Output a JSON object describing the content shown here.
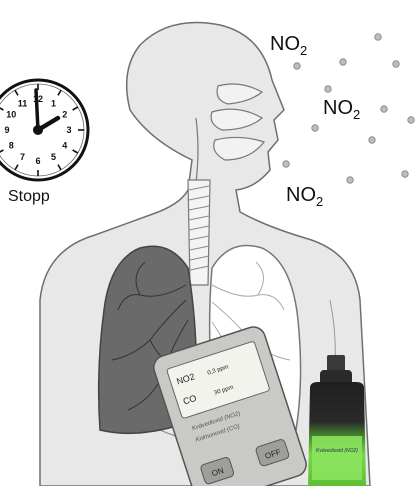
{
  "labels": {
    "no2_base": "NO",
    "no2_sub": "2",
    "clock_caption": "Stopp"
  },
  "clock": {
    "numerals": [
      "12",
      "1",
      "2",
      "3",
      "4",
      "5",
      "6",
      "7",
      "8",
      "9",
      "10",
      "11"
    ]
  },
  "meter": {
    "line1_gas": "NO2",
    "line1_value": "0,3 ppm",
    "line2_gas": "CO",
    "line2_value": "30 ppm",
    "label1": "Kvävedioxid (NO2)",
    "label2": "Kolmonoxid (CO)",
    "on_label": "ON",
    "off_label": "OFF"
  },
  "bottle": {
    "label": "Kvävedioxid (NO2)"
  },
  "colors": {
    "skin": "#e8e8e8",
    "outline": "#777777",
    "lung_dark": "#6a6a6a",
    "particle": "#a6a6a6",
    "bottle_green": "#77d64a",
    "meter_body": "#c9c9c5"
  }
}
